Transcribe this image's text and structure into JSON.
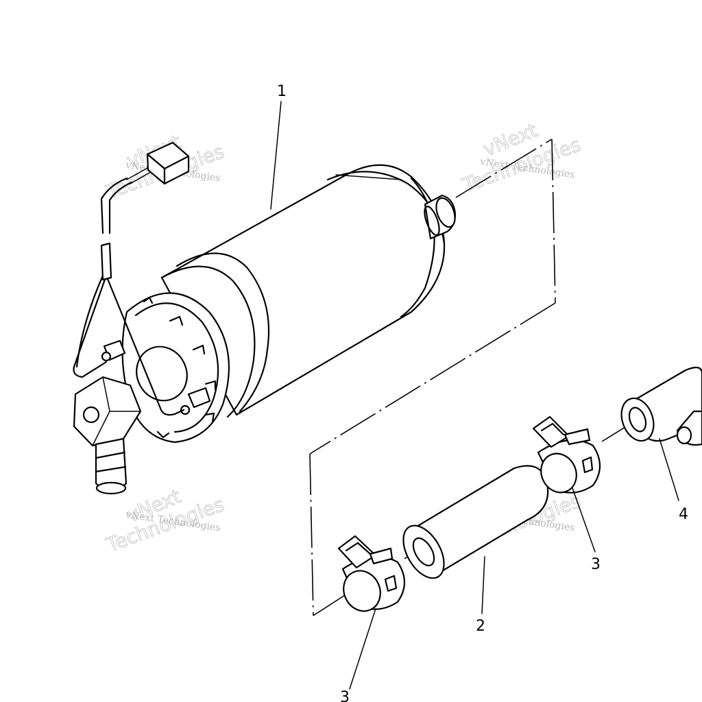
{
  "callouts": {
    "c1": "1",
    "c2": "2",
    "c3a": "3",
    "c3b": "3",
    "c4": "4"
  },
  "watermark": {
    "small": "vNext Technologies",
    "line1": "vNext",
    "line2": "Technologies"
  }
}
